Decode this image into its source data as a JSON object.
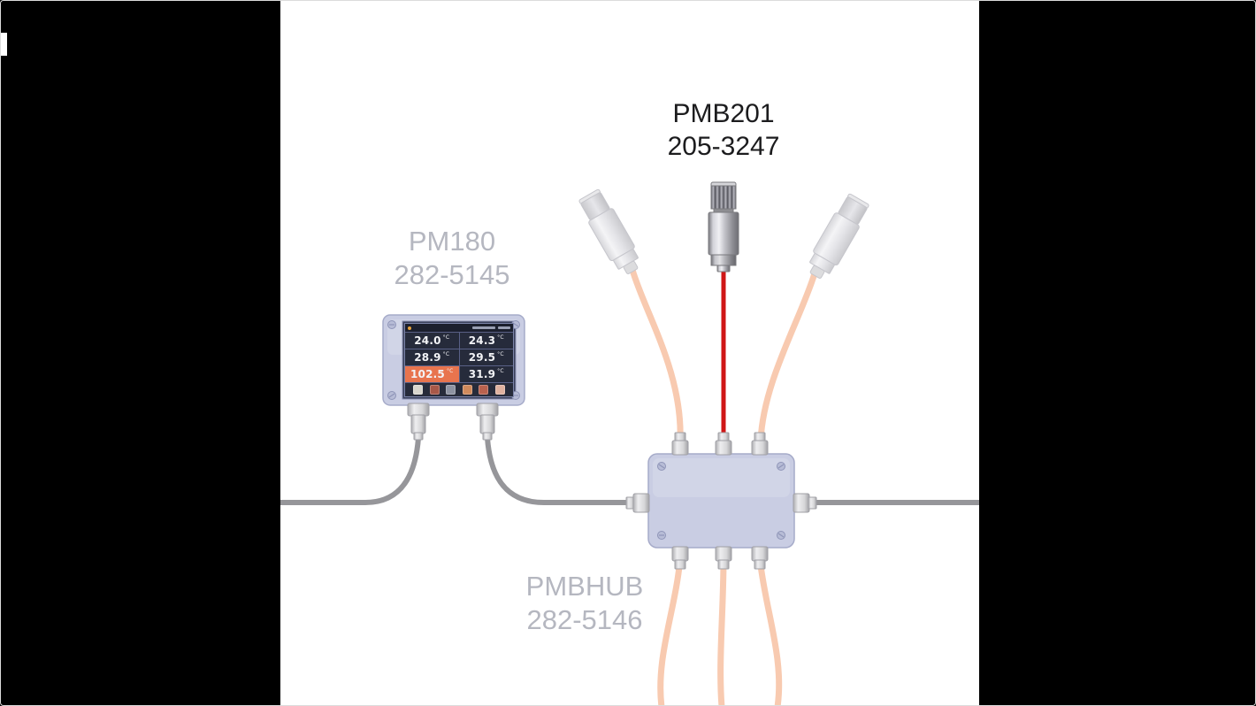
{
  "products": {
    "sensor": {
      "title": "PMB201",
      "part_number": "205-3247"
    },
    "meter": {
      "title": "PM180",
      "part_number": "282-5145"
    },
    "hub": {
      "title": "PMBHUB",
      "part_number": "282-5146"
    }
  },
  "meter_display": {
    "unit": "°C",
    "rows": [
      {
        "left": "24.0",
        "right": "24.3"
      },
      {
        "left": "28.9",
        "right": "29.5"
      },
      {
        "left": "102.5",
        "right": "31.9"
      }
    ],
    "alarm_reading": "102.5"
  },
  "screen_icons": {
    "colors": [
      "#d9d6ce",
      "#a85848",
      "#8e93a2",
      "#d08a5c",
      "#b9614e",
      "#e0b2a0"
    ]
  },
  "colors": {
    "letterbox_bg": "#000000",
    "canvas_bg": "#ffffff",
    "label_dark": "#1c1c1e",
    "label_muted": "#b5b7c0",
    "device_fill": "#c9cde3",
    "device_stroke": "#a6abc9",
    "sensor_cable": "#f8cab0",
    "highlight_cable": "#cf1616",
    "data_cable": "#96969a",
    "screen_bg": "#272b3a",
    "alarm_cell": "#e8744e",
    "reading_text": "#f2f3f6"
  }
}
